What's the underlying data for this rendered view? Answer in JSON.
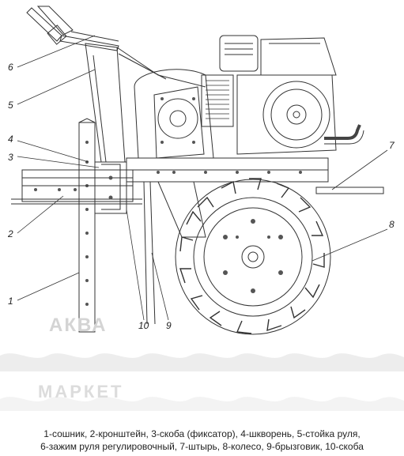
{
  "diagram": {
    "part_numbers": [
      "1",
      "2",
      "3",
      "4",
      "5",
      "6",
      "7",
      "8",
      "9",
      "10"
    ]
  },
  "watermark": {
    "top": "АКВА",
    "bottom": "МАРКЕТ"
  },
  "caption": {
    "line1": "1-сошник, 2-кронштейн, 3-скоба (фиксатор), 4-шкворень, 5-стойка руля,",
    "line2": "6-зажим руля регулировочный, 7-штырь, 8-колесо, 9-брызговик, 10-скоба"
  },
  "colors": {
    "line": "#333333",
    "watermark": "#c9c9c9",
    "wave": "#e6e6e6"
  }
}
